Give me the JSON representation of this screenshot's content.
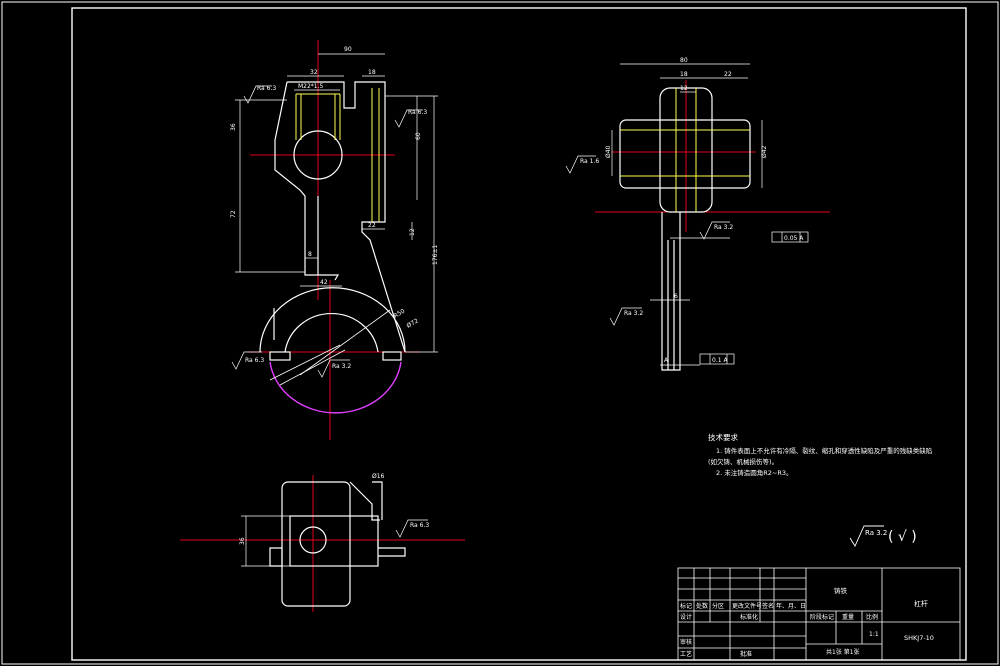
{
  "colors": {
    "outline": "#ffffff",
    "center_line": "#e0001a",
    "hidden": "#ffff55",
    "arc": "#e040ff",
    "dimension": "#ffffff",
    "background": "#000000"
  },
  "front_view": {
    "dims": {
      "top_width": "90",
      "pocket_width": "32",
      "side_small": "18",
      "bore_label": "M22*1.5",
      "left_height": "36",
      "right_height": "60",
      "lower_height": "72",
      "bottom_height": "176±1",
      "slot_width": "8",
      "bottom_width": "42",
      "step_width": "22",
      "step_height": "12",
      "radius": "R50",
      "chord": "Ø72"
    },
    "roughness": [
      "Ra 6.3",
      "Ra 6.3",
      "Ra 6.3",
      "Ra 3.2"
    ]
  },
  "side_view": {
    "dims": {
      "total_width": "80",
      "inner_width": "18",
      "right_width": "22",
      "small_dim": "12",
      "diameter": "Ø40",
      "height_dim": "Ø42",
      "small_width": "6"
    },
    "roughness": [
      "Ra 1.6",
      "Ra 3.2",
      "Ra 3.2"
    ],
    "tolerance": [
      "0.05 A",
      "0.1 A"
    ],
    "datum_label": "A"
  },
  "top_view": {
    "dims": {
      "height": "36",
      "small": "Ø16"
    },
    "roughness": [
      "Ra 6.3"
    ]
  },
  "notes": {
    "title": "技术要求",
    "line1": "1. 铸件表面上不允许有冷隔、裂纹、缩孔和穿透性缺陷及严重的残缺类缺陷",
    "line2": "(如欠铸、机械损伤等)。",
    "line3": "2. 未注铸造圆角R2~R3。"
  },
  "default_roughness": {
    "symbol": "Ra 3.2",
    "paren": "( √ )"
  },
  "title_block": {
    "part_name": "杠杆",
    "material": "铸铁",
    "drawing_no": "SHKJ7-10",
    "headers": [
      "标记",
      "处数",
      "分区",
      "更改文件号",
      "签名",
      "年、月、日"
    ],
    "row_design": "设计",
    "row_std": "标准化",
    "row_review": "审核",
    "row_process": "工艺",
    "row_approve": "批准",
    "stage_label": "阶段标记",
    "weight_label": "重量",
    "scale_label": "比例",
    "scale_value": "1:1",
    "sheet_text": "共1张 第1张"
  }
}
